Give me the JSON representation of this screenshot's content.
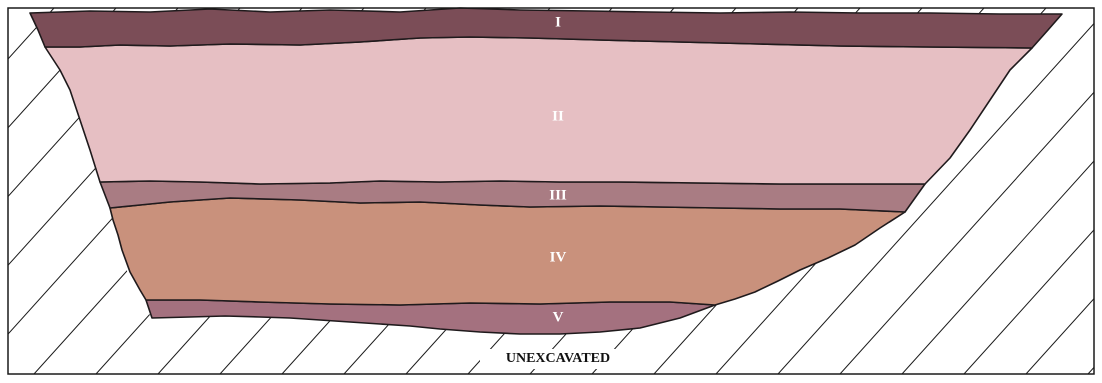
{
  "strata": [
    {
      "label": "I",
      "color": "#7b4d57"
    },
    {
      "label": "II",
      "color": "#e6bfc3"
    },
    {
      "label": "III",
      "color": "#a97c83"
    },
    {
      "label": "IV",
      "color": "#c9917c"
    },
    {
      "label": "V",
      "color": "#a4717f"
    }
  ],
  "bottom_label": "UNEXCAVATED",
  "colors": {
    "frame": "#1a1a1a",
    "hatch": "#1a1a1a",
    "background": "#ffffff"
  }
}
